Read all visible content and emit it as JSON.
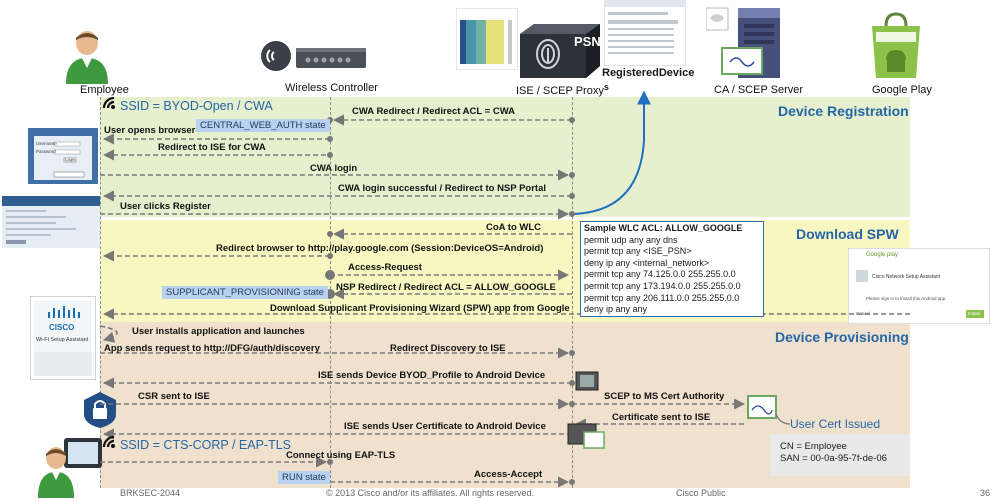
{
  "actors": {
    "employee": "Employee",
    "wireless_controller": "Wireless Controller",
    "ise": "ISE / SCEP Proxy",
    "ise_suffix": "s",
    "ca": "CA / SCEP Server",
    "google_play": "Google Play",
    "psn_badge": "PSN"
  },
  "callouts": {
    "registered_device": "RegisteredDevice",
    "user_cert_issued": "User Cert Issued"
  },
  "sections": {
    "device_registration": "Device Registration",
    "download_spw": "Download SPW",
    "device_provisioning": "Device Provisioning"
  },
  "ssids": {
    "byod_open": "SSID = BYOD-Open / CWA",
    "cts_corp": "SSID = CTS-CORP / EAP-TLS"
  },
  "states": {
    "central_web_auth": "CENTRAL_WEB_AUTH state",
    "supplicant_provisioning": "SUPPLICANT_PROVISIONING state",
    "run": "RUN state"
  },
  "messages": {
    "cwa_redirect": "CWA Redirect / Redirect ACL = CWA",
    "user_opens_browser": "User opens browser",
    "redirect_to_ise": "Redirect to ISE for CWA",
    "cwa_login": "CWA login",
    "cwa_login_success": "CWA login successful / Redirect to NSP Portal",
    "user_clicks_register": "User clicks Register",
    "coa_to_wlc": "CoA to WLC",
    "redirect_browser": "Redirect browser to http://play.google.com (Session:DeviceOS=Android)",
    "access_request": "Access-Request",
    "nsp_redirect": "NSP Redirect / Redirect ACL = ALLOW_GOOGLE",
    "download_spw": "Download Supplicant Provisioning Wizard (SPW) app from Google",
    "user_installs": "User installs application and launches",
    "app_sends_request": "App sends request to http://DFG/auth/discovery",
    "redirect_discovery": "Redirect Discovery to ISE",
    "ise_sends_profile": "ISE sends Device BYOD_Profile to Android Device",
    "csr_sent": "CSR sent to ISE",
    "scep_to_ms": "SCEP to MS Cert Authority",
    "cert_sent_to_ise": "Certificate sent to ISE",
    "ise_sends_user_cert": "ISE sends User Certificate to Android Device",
    "connect_eap_tls": "Connect using EAP-TLS",
    "access_accept": "Access-Accept"
  },
  "acl": {
    "title": "Sample WLC ACL: ALLOW_GOOGLE",
    "lines": [
      "permit udp any any dns",
      "permit tcp any <ISE_PSN>",
      "deny ip any <internal_network>",
      "permit tcp any 74.125.0.0 255.255.0.0",
      "permit tcp any 173.194.0.0 255.255.0.0",
      "permit tcp any 206.111.0.0 255.255.0.0",
      "deny ip any any"
    ]
  },
  "cert_info": {
    "cn": "CN = Employee",
    "san": "SAN = 00-0a-95-7f-de-06"
  },
  "thumbnails": {
    "wizard_brand": "CISCO",
    "wizard_title": "Wi-Fi Setup Assistant",
    "google_play_header": "Google play",
    "google_play_app": "Cisco Network Setup Assistant",
    "google_play_note": "Please sign in to install this Android app.",
    "google_play_button": "Cancel",
    "google_play_ok": "Install",
    "login_username": "Username",
    "login_password": "Password",
    "login_button": "Login"
  },
  "footer": {
    "session": "BRKSEC-2044",
    "copyright": "© 2013 Cisco and/or its affiliates. All rights reserved.",
    "classification": "Cisco Public",
    "page": "36"
  },
  "colors": {
    "accent_blue": "#2566a8",
    "registration_band": "#e6efce",
    "spw_band": "#f8f7c2",
    "provisioning_band": "#efe1ce",
    "state_box": "#b7d1ee"
  }
}
